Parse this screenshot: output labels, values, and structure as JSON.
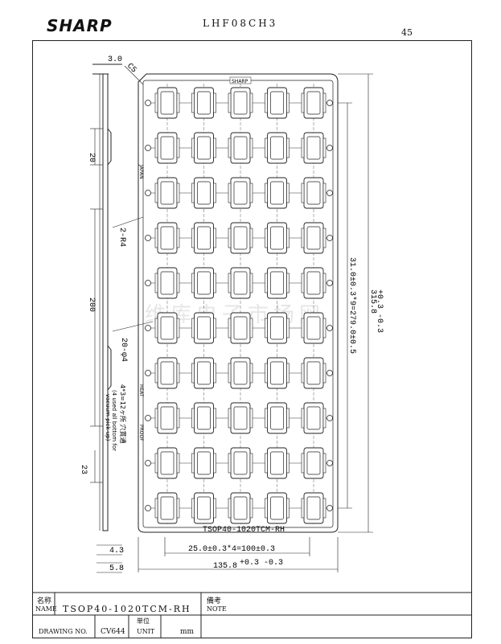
{
  "header": {
    "logo": "SHARP",
    "doc_code": "LHF08CH3",
    "page_number": "45"
  },
  "drawing": {
    "tray_header": "SHARP",
    "tray_footer": "TSOP40-1020TCM-RH",
    "side_text_top": "JAPAN",
    "side_text_mid": "HEAT",
    "side_text_bottom": "PROOF",
    "pockets": {
      "rows": 10,
      "cols": 5
    },
    "dims": {
      "top_thickness": "3.0",
      "chamfer": "C5",
      "seg_20": "20",
      "radius": "2-R4",
      "seg_200": "200",
      "holes": "20-φ4",
      "seg_23": "23",
      "bottom_43": "4.3",
      "bottom_58": "5.8",
      "pitch_x": "25.0±0.3*4=100±0.3",
      "width": "135.8",
      "width_tol": "+0.3 -0.3",
      "pitch_y": "31.0±0.3*9=279.0±0.5",
      "length": "315.8",
      "length_tol": "+0.3 -0.3"
    },
    "note_ja": "4*3=12ヶ所 穴貫通",
    "note_en1": "(4 used all bottom for",
    "note_en2": "vacuum pick up)"
  },
  "title_block": {
    "name_label_ja": "名称",
    "name_label_en": "NAME",
    "name_value": "TSOP40-1020TCM-RH",
    "note_label_ja": "備考",
    "note_label_en": "NOTE",
    "drawing_no_label": "DRAWING NO.",
    "drawing_no_value": "CV644",
    "unit_label_ja": "単位",
    "unit_label_en": "UNIT",
    "unit_value": "mm"
  },
  "watermark": "维库电子市场网"
}
